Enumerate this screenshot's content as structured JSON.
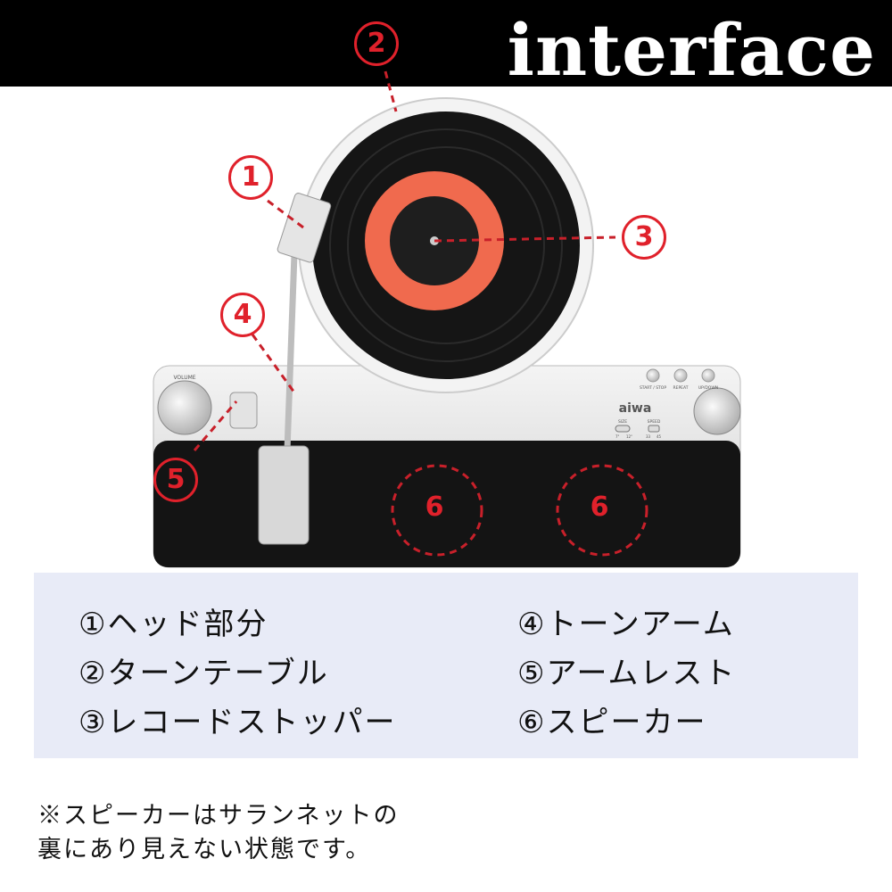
{
  "header": {
    "title": "interface"
  },
  "device": {
    "brand": "aiwa",
    "volume_label": "VOLUME",
    "buttons": [
      "START / STOP",
      "REPEAT",
      "UP/DOWN"
    ],
    "size_switch": {
      "label": "SIZE",
      "options": [
        "7\"",
        "12\""
      ]
    },
    "speed_switch": {
      "label": "SPEED",
      "options": [
        "33",
        "45"
      ]
    }
  },
  "callouts": [
    "①",
    "②",
    "③",
    "④",
    "⑤",
    "⑥",
    "⑥"
  ],
  "callout_numbers": [
    "1",
    "2",
    "3",
    "4",
    "5",
    "6",
    "6"
  ],
  "legend": {
    "items": [
      "①ヘッド部分",
      "②ターンテーブル",
      "③レコードストッパー",
      "④トーンアーム",
      "⑤アームレスト",
      "⑥スピーカー"
    ]
  },
  "note": {
    "lines": [
      "※スピーカーはサランネットの",
      "裏にあり見えない状態です。"
    ]
  },
  "colors": {
    "accent": "#e0212b",
    "legend_bg": "#e8ebf7",
    "banner": "#000000"
  }
}
